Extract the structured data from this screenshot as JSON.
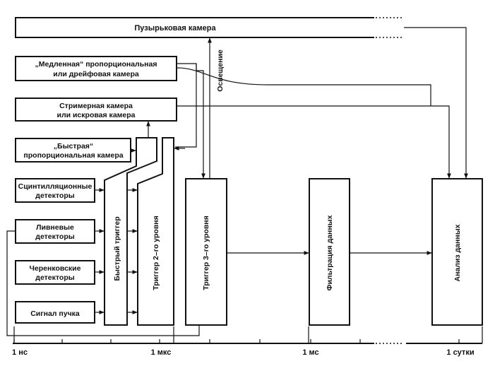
{
  "boxes": {
    "bubble": "Пузырьковая камера",
    "slow_1": "„Медленная“ пропорциональная",
    "slow_2": "или дрейфовая камера",
    "streamer_1": "Стримерная камера",
    "streamer_2": "или искровая камера",
    "fast_1": "„Быстрая“",
    "fast_2": "пропорциональная камера",
    "scint_1": "Сцинтилляционные",
    "scint_2": "детекторы",
    "shower_1": "Ливневые",
    "shower_2": "детекторы",
    "cher_1": "Черенковские",
    "cher_2": "детекторы",
    "beam": "Сигнал пучка"
  },
  "stages": {
    "fast_trigger": "Быстрый триггер",
    "trigger2": "Триггер 2–го уровня",
    "trigger3": "Триггер 3–го уровня",
    "filtering": "Фильтрация данных",
    "analysis": "Анализ данных"
  },
  "illumination": "Освещение",
  "timeline": {
    "labels": [
      "1 нс",
      "1 мкс",
      "1 мс",
      "1 сутки"
    ]
  }
}
